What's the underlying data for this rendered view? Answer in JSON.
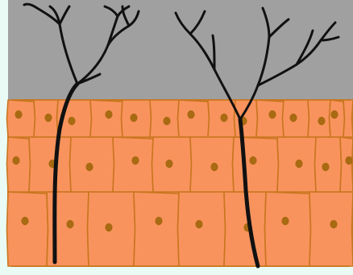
{
  "colors": {
    "background": "#e9fbf4",
    "upper_zone": "#a0a0a0",
    "cell_fill": "#f9935d",
    "cell_outline": "#c8761e",
    "nucleus": "#a86a12",
    "nerve_fiber": "#111111"
  },
  "diagram": {
    "structures": [
      "upper-gray-zone",
      "cell-layer-superficial",
      "cell-layer-middle",
      "cell-layer-deep",
      "nerve-fiber-left",
      "nerve-fiber-right"
    ],
    "counts": {
      "superficial_cells": 15,
      "middle_cells": 10,
      "deep_cells": 8,
      "nerve_fibers": 2
    }
  }
}
